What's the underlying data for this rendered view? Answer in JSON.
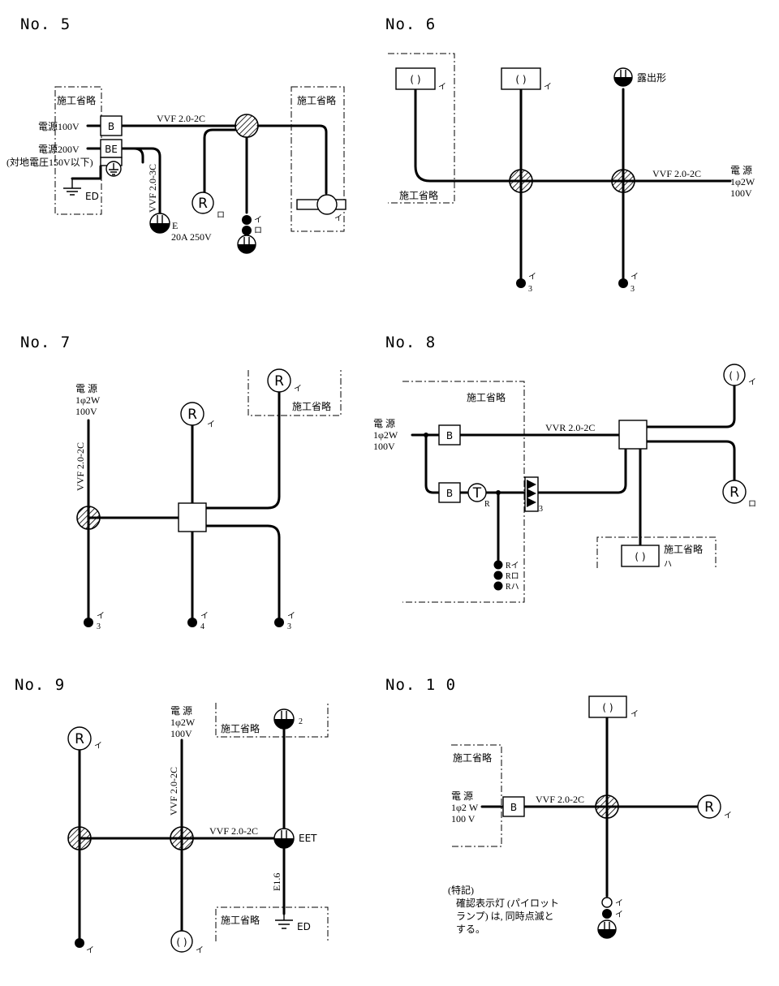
{
  "diagrams": [
    {
      "title": "No. 5",
      "omitted": "施工省略",
      "power100": "電源100V",
      "power200": "電源200V",
      "ground_note": "(対地電圧150V以下)",
      "breaker_b": "B",
      "breaker_be": "BE",
      "ed": "ED",
      "cable2": "VVF 2.0-2C",
      "cable3": "VVF 2.0-3C",
      "outlet_e": "E",
      "outlet_rating": "20A 250V",
      "r": "R",
      "i": "イ",
      "ro": "ロ"
    },
    {
      "title": "No. 6",
      "omitted": "施工省略",
      "lamp": "( )",
      "i": "イ",
      "three": "3",
      "exposed": "露出形",
      "cable": "VVF 2.0-2C",
      "power1": "電 源",
      "power2": "1φ2W",
      "power3": "100V"
    },
    {
      "title": "No. 7",
      "omitted": "施工省略",
      "power1": "電 源",
      "power2": "1φ2W",
      "power3": "100V",
      "cable": "VVF 2.0-2C",
      "r": "R",
      "i": "イ",
      "three": "3",
      "four": "4"
    },
    {
      "title": "No. 8",
      "omitted": "施工省略",
      "power1": "電 源",
      "power2": "1φ2W",
      "power3": "100V",
      "breaker": "B",
      "cable": "VVR 2.0-2C",
      "t": "T",
      "r": "R",
      "three": "3",
      "ri": "Rイ",
      "rro": "Rロ",
      "rha": "Rハ",
      "lamp": "( )",
      "i": "イ",
      "rbig": "R",
      "ro": "ロ",
      "ha": "ハ"
    },
    {
      "title": "No. 9",
      "omitted": "施工省略",
      "power1": "電 源",
      "power2": "1φ2W",
      "power3": "100V",
      "cable": "VVF 2.0-2C",
      "e16": "E1.6",
      "r": "R",
      "i": "イ",
      "two": "2",
      "eet": "EET",
      "ed": "ED",
      "lamp": "( )"
    },
    {
      "title": "No. 1 0",
      "omitted": "施工省略",
      "power1": "電 源",
      "power2": "1φ2 W",
      "power3": "100 V",
      "breaker": "B",
      "cable": "VVF 2.0-2C",
      "lamp": "( )",
      "i": "イ",
      "r": "R",
      "note_heading": "(特記)",
      "note1": "確認表示灯 (パイロット",
      "note2": "ランプ) は, 同時点滅と",
      "note3": "する。"
    }
  ]
}
